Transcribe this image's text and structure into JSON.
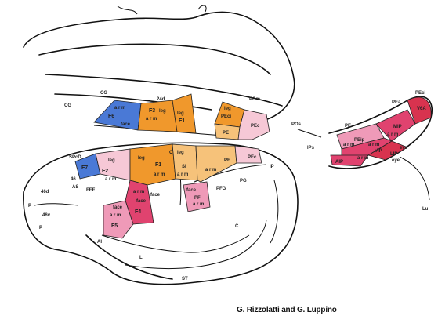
{
  "credit": "G. Rizzolatti and G. Luppino",
  "colors": {
    "blue": "#4a79d6",
    "orange": "#f0982c",
    "light_orange": "#f6c27a",
    "pink": "#ef9ab8",
    "magenta": "#e0436f",
    "light_pink": "#f6c8d6",
    "crimson": "#d8334f"
  },
  "medial": {
    "sulci": [
      "CG",
      "CG",
      "24d"
    ],
    "areas": [
      "F6",
      "F3",
      "F1",
      "PEci",
      "PEc",
      "PE",
      "PGm"
    ],
    "reps": [
      "a r m",
      "face",
      "a r m",
      "leg",
      "leg",
      "leg"
    ]
  },
  "lateral": {
    "areas": [
      "F7",
      "F2",
      "F1",
      "F4",
      "F5",
      "PE",
      "PEc",
      "PF",
      "PFG",
      "PG",
      "SI",
      "46",
      "FEF",
      "46d",
      "46v"
    ],
    "reps": [
      "leg",
      "leg",
      "a r m",
      "a r m",
      "a r m",
      "a r m",
      "face",
      "face",
      "face",
      "a r m",
      "leg",
      "a r m",
      "a r m",
      "face"
    ],
    "sulci": [
      "SPcD",
      "AS",
      "P",
      "AI",
      "C",
      "IP",
      "L",
      "ST",
      "Lu"
    ],
    "other": [
      "P",
      "C"
    ]
  },
  "intraparietal": {
    "areas": [
      "PEip",
      "MIP",
      "PE",
      "VIP",
      "AIP",
      "LIP",
      "PEa",
      "V6A",
      "PEci"
    ],
    "reps": [
      "a r m",
      "a r m",
      "a r m",
      "a r m",
      "eye",
      "eye"
    ],
    "sulci": [
      "POs",
      "IPs"
    ]
  }
}
